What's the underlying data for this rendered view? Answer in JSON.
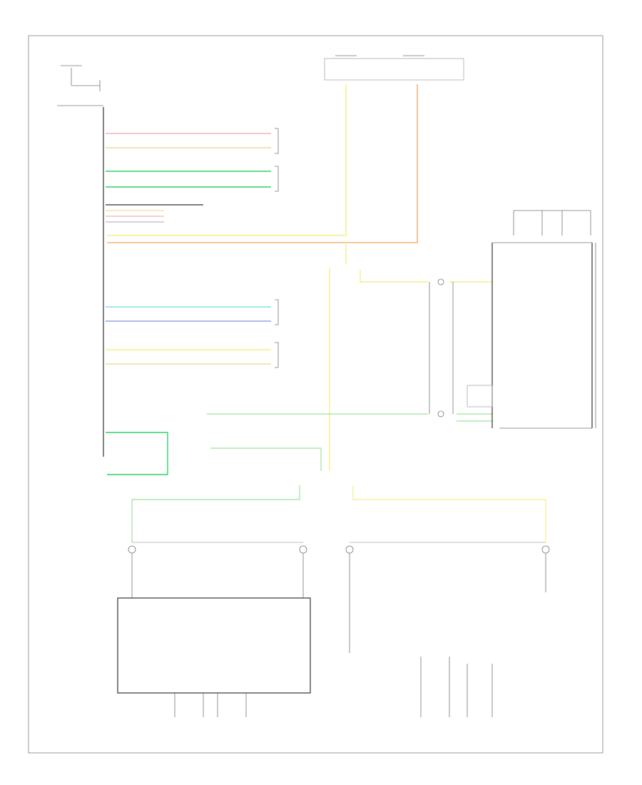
{
  "wire_colors": {
    "pink": "#f3b4b4",
    "tan": "#f2d9a6",
    "green": "#2fd16a",
    "light_green": "#9be39b",
    "yellow": "#f5ee8a",
    "orange": "#f6b27c",
    "cyan": "#7fe3ea",
    "blue": "#8fa4f0",
    "gray": "#b0b0b0"
  },
  "icons": [
    "ground-symbol",
    "connector-terminal",
    "speaker-symbol",
    "switch-contact"
  ]
}
